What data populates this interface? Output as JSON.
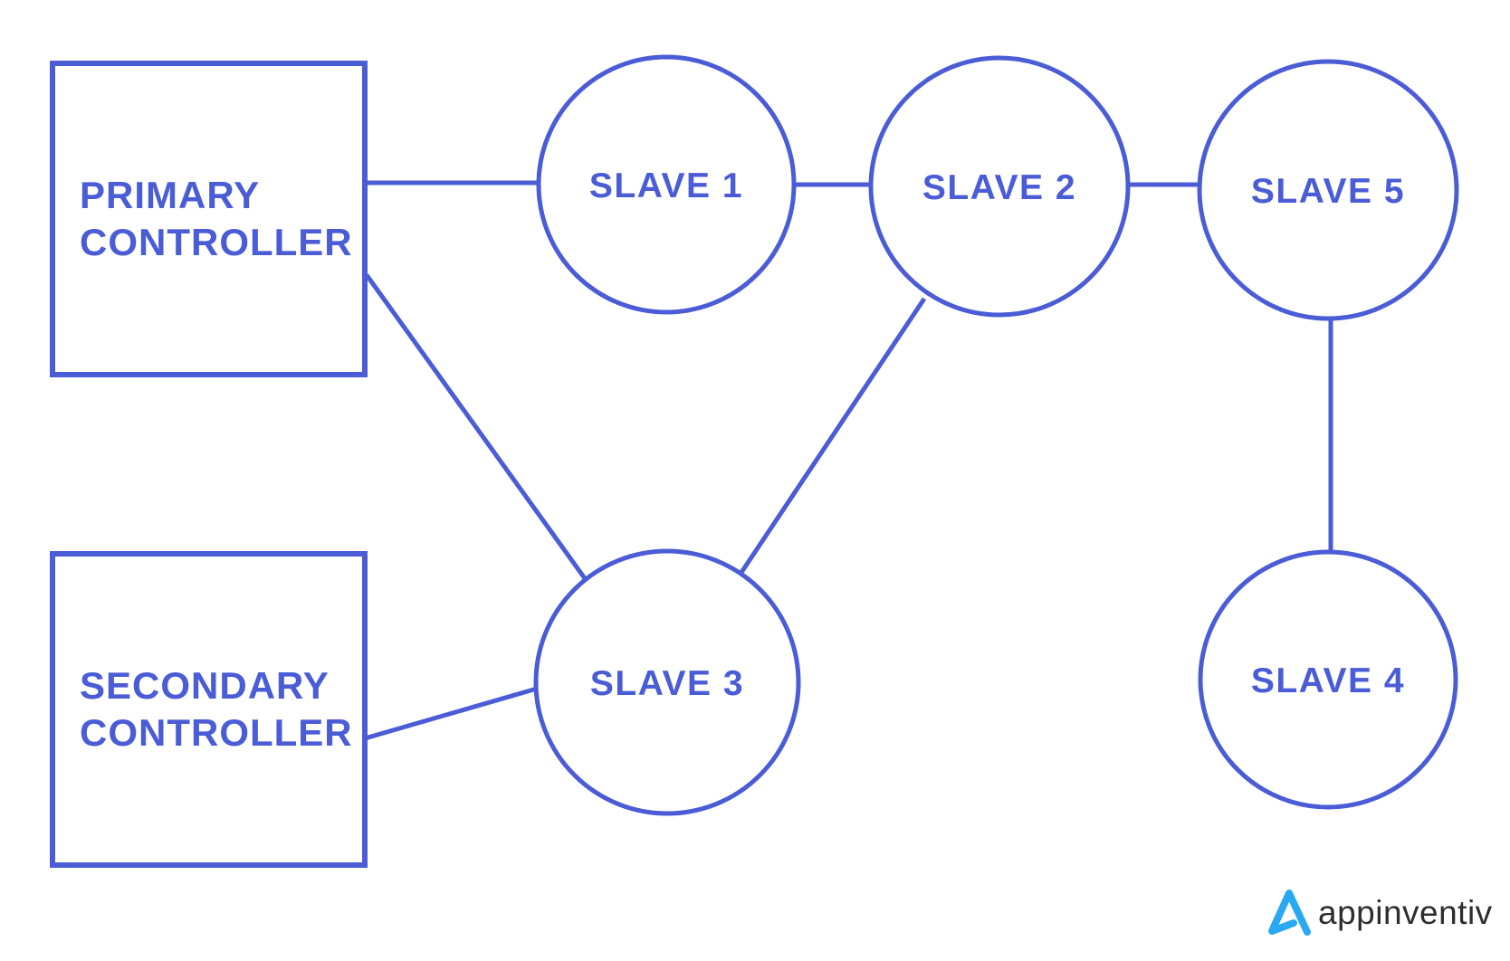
{
  "diagram": {
    "description": "Controller and slave nodes network topology",
    "colors": {
      "diagram_stroke": "#4A5CD6",
      "node_text": "#4A5CD6",
      "background": "#FFFFFF",
      "logo_mark_blue": "#29A9F3",
      "logo_text_dark": "#2E2E2E"
    },
    "nodes": {
      "primary_controller": {
        "shape": "rect",
        "line1": "PRIMARY",
        "line2": "CONTROLLER"
      },
      "secondary_controller": {
        "shape": "rect",
        "line1": "SECONDARY",
        "line2": "CONTROLLER"
      },
      "slave1": {
        "shape": "circle",
        "label": "SLAVE 1"
      },
      "slave2": {
        "shape": "circle",
        "label": "SLAVE 2"
      },
      "slave3": {
        "shape": "circle",
        "label": "SLAVE 3"
      },
      "slave4": {
        "shape": "circle",
        "label": "SLAVE 4"
      },
      "slave5": {
        "shape": "circle",
        "label": "SLAVE 5"
      }
    },
    "edges": [
      {
        "from": "primary_controller",
        "to": "slave1"
      },
      {
        "from": "slave1",
        "to": "slave2"
      },
      {
        "from": "slave2",
        "to": "slave5"
      },
      {
        "from": "primary_controller",
        "to": "slave3"
      },
      {
        "from": "slave2",
        "to": "slave3"
      },
      {
        "from": "secondary_controller",
        "to": "slave3"
      },
      {
        "from": "slave5",
        "to": "slave4"
      }
    ]
  },
  "logo": {
    "brand": "appinventiv"
  }
}
